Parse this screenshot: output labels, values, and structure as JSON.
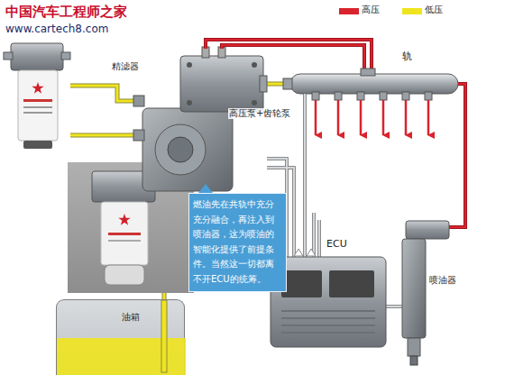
{
  "diagram": {
    "nodes": [
      {
        "text": [
          "燃油先在共轨中充分充分融合，再注入到喷油器，这为喷油的智能化提供了前提条件。当然这一切都离不开ECU的统筹。"
        ]
      },
      {
        "text": [
          "油箱"
        ]
      }
    ],
    "labels": [
      "中国汽车工程师之家",
      "www.cartech8.com",
      "精滤器",
      "轨",
      "高压泵+齿轮泵",
      "ECU",
      "喷油器"
    ],
    "legend": [
      {
        "text": "高压",
        "color": "#d9232d"
      },
      {
        "text": "低压",
        "color": "#f0e41e"
      }
    ]
  }
}
